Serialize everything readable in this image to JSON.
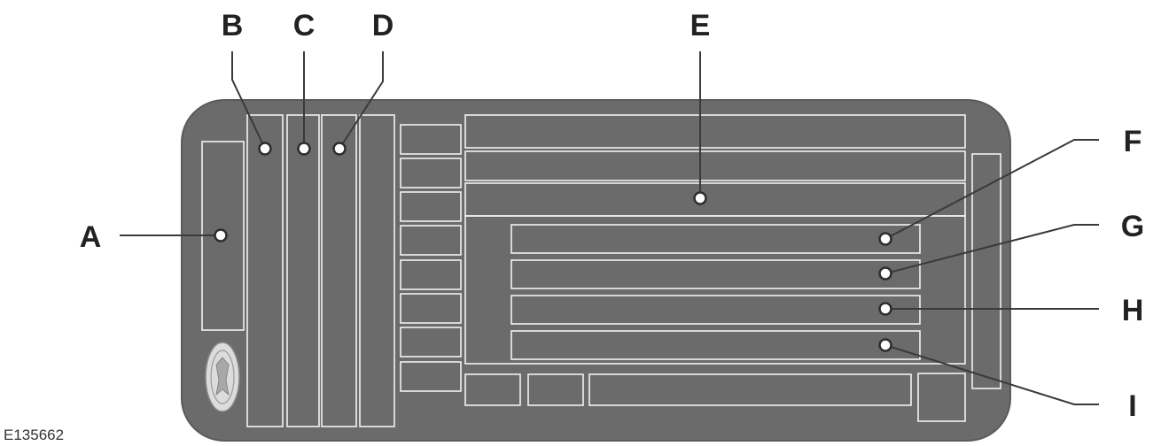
{
  "figure_id": "E135662",
  "callouts": {
    "A": "A",
    "B": "B",
    "C": "C",
    "D": "D",
    "E": "E",
    "F": "F",
    "G": "G",
    "H": "H",
    "I": "I"
  },
  "colors": {
    "plate": "#6b6b6b",
    "plate_border": "#5a5a5a",
    "field_line": "#f2f2f2",
    "leader": "#3a3a3a",
    "dot": "#ffffff",
    "text": "#222222"
  },
  "icons": {
    "logo": "emblem-icon"
  }
}
